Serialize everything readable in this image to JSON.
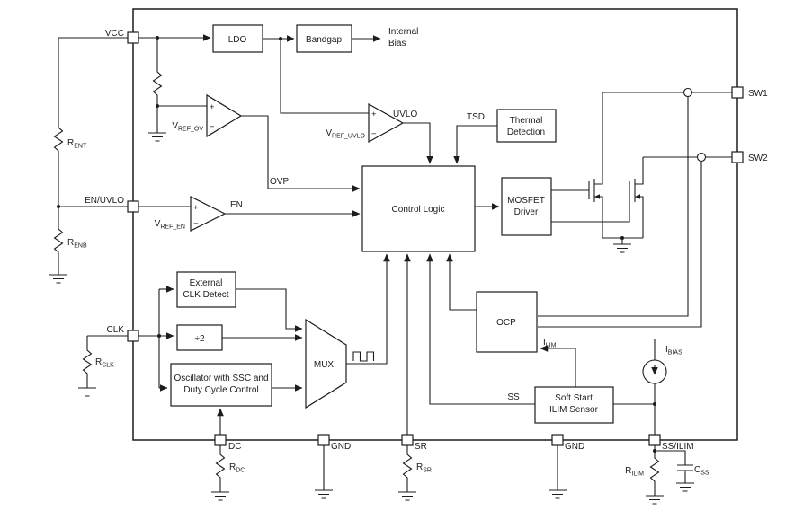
{
  "diagram": {
    "pins": {
      "vcc": "VCC",
      "en_uvlo": "EN/UVLO",
      "clk": "CLK",
      "sw1": "SW1",
      "sw2": "SW2",
      "dc": "DC",
      "gnd1": "GND",
      "sr": "SR",
      "gnd2": "GND",
      "ss_ilim": "SS/ILIM"
    },
    "blocks": {
      "ldo": "LDO",
      "bandgap": "Bandgap",
      "internal_bias": {
        "line1": "Internal",
        "line2": "Bias"
      },
      "thermal": {
        "line1": "Thermal",
        "line2": "Detection"
      },
      "control_logic": "Control Logic",
      "mosfet_driver": {
        "line1": "MOSFET",
        "line2": "Driver"
      },
      "clk_detect": {
        "line1": "External",
        "line2": "CLK Detect"
      },
      "div2": "÷2",
      "oscillator": {
        "line1": "Oscillator with SSC and",
        "line2": "Duty Cycle Control"
      },
      "mux": "MUX",
      "ocp": "OCP",
      "soft_start": {
        "line1": "Soft Start",
        "line2": "ILIM Sensor"
      }
    },
    "signals": {
      "ovp": "OVP",
      "en": "EN",
      "uvlo": "UVLO",
      "tsd": "TSD",
      "ss": "SS",
      "ilim": {
        "base": "I",
        "sub": "LIM"
      },
      "ibias": {
        "base": "I",
        "sub": "BIAS"
      }
    },
    "refs": {
      "vref_ov": {
        "base": "V",
        "sub": "REF_OV"
      },
      "vref_uvlo": {
        "base": "V",
        "sub": "REF_UVLO"
      },
      "vref_en": {
        "base": "V",
        "sub": "REF_EN"
      }
    },
    "components": {
      "rent": {
        "base": "R",
        "sub": "ENT"
      },
      "renb": {
        "base": "R",
        "sub": "ENB"
      },
      "rclk": {
        "base": "R",
        "sub": "CLK"
      },
      "rdc": {
        "base": "R",
        "sub": "DC"
      },
      "rsr": {
        "base": "R",
        "sub": "SR"
      },
      "rilim": {
        "base": "R",
        "sub": "ILIM"
      },
      "css": {
        "base": "C",
        "sub": "SS"
      }
    },
    "glyphs": {
      "plus": "+",
      "minus": "−"
    }
  }
}
